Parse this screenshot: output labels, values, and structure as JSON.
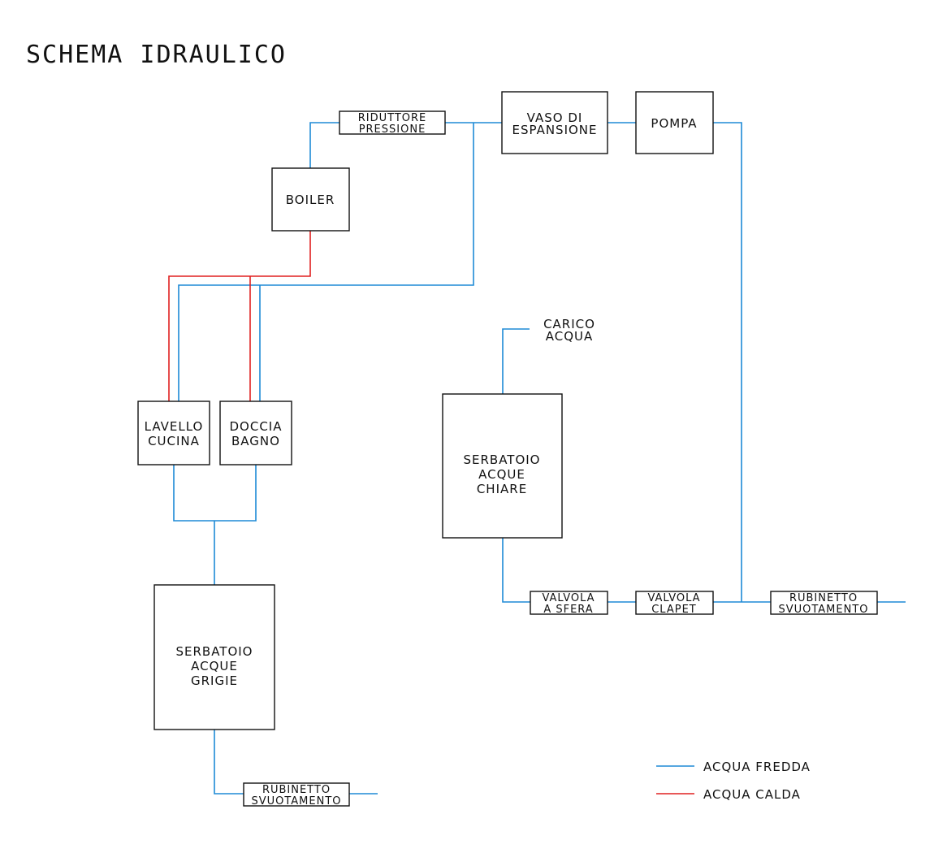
{
  "title": "SCHEMA IDRAULICO",
  "components": {
    "riduttore": [
      "RIDUTTORE",
      "PRESSIONE"
    ],
    "vaso": [
      "VASO DI",
      "ESPANSIONE"
    ],
    "pompa": [
      "POMPA"
    ],
    "boiler": [
      "BOILER"
    ],
    "lavello": [
      "LAVELLO",
      "CUCINA"
    ],
    "doccia": [
      "DOCCIA",
      "BAGNO"
    ],
    "carico": [
      "CARICO",
      "ACQUA"
    ],
    "serbatoio_chiare": [
      "SERBATOIO",
      "ACQUE",
      "CHIARE"
    ],
    "serbatoio_grigie": [
      "SERBATOIO",
      "ACQUE",
      "GRIGIE"
    ],
    "valvola_sfera": [
      "VALVOLA",
      "A SFERA"
    ],
    "valvola_clapet": [
      "VALVOLA",
      "CLAPET"
    ],
    "rubinetto_1": [
      "RUBINETTO",
      "SVUOTAMENTO"
    ],
    "rubinetto_2": [
      "RUBINETTO",
      "SVUOTAMENTO"
    ]
  },
  "legend": {
    "cold": {
      "label": "ACQUA FREDDA",
      "color": "#1e8ad6"
    },
    "hot": {
      "label": "ACQUA CALDA",
      "color": "#e02020"
    }
  }
}
